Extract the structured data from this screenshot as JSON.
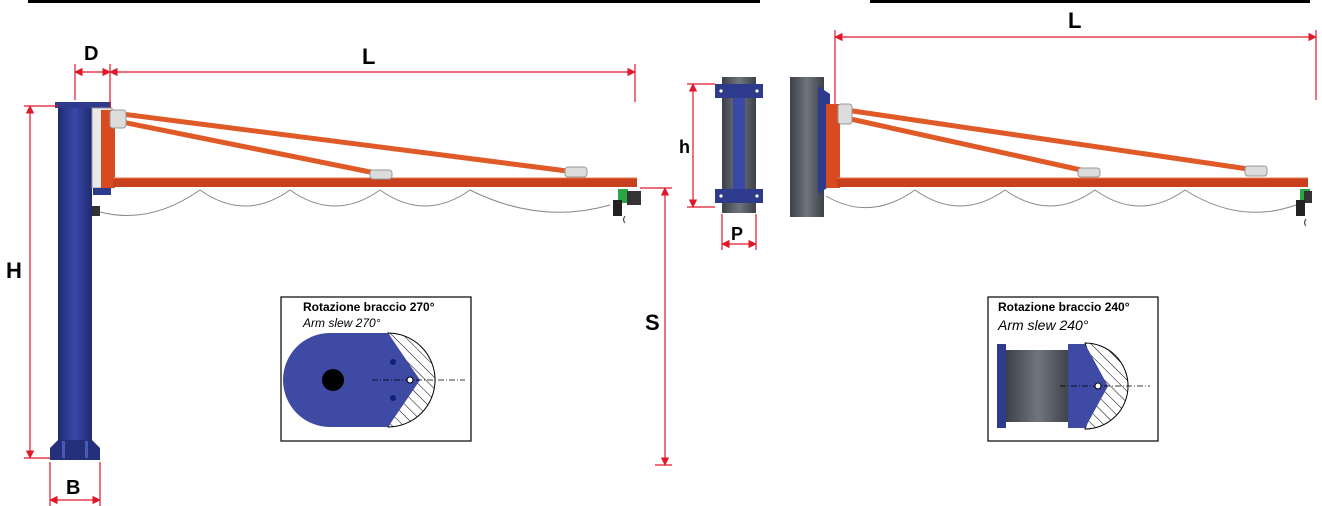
{
  "dimensions": {
    "d": "D",
    "l_left": "L",
    "h_upper": "H",
    "b": "B",
    "s": "S",
    "h_lower": "h",
    "p": "P",
    "l_right": "L"
  },
  "inset_270": {
    "title": "Rotazione braccio 270°",
    "subtitle": "Arm slew 270°"
  },
  "inset_240": {
    "title": "Rotazione braccio 240°",
    "subtitle": "Arm slew 240°"
  },
  "colors": {
    "dimension_line": "#e0182a",
    "column": "#2e3a8c",
    "arm": "#c8401e",
    "tie_rod": "#e05a28",
    "plate": "#555a64",
    "hoist": "#2aa845"
  }
}
